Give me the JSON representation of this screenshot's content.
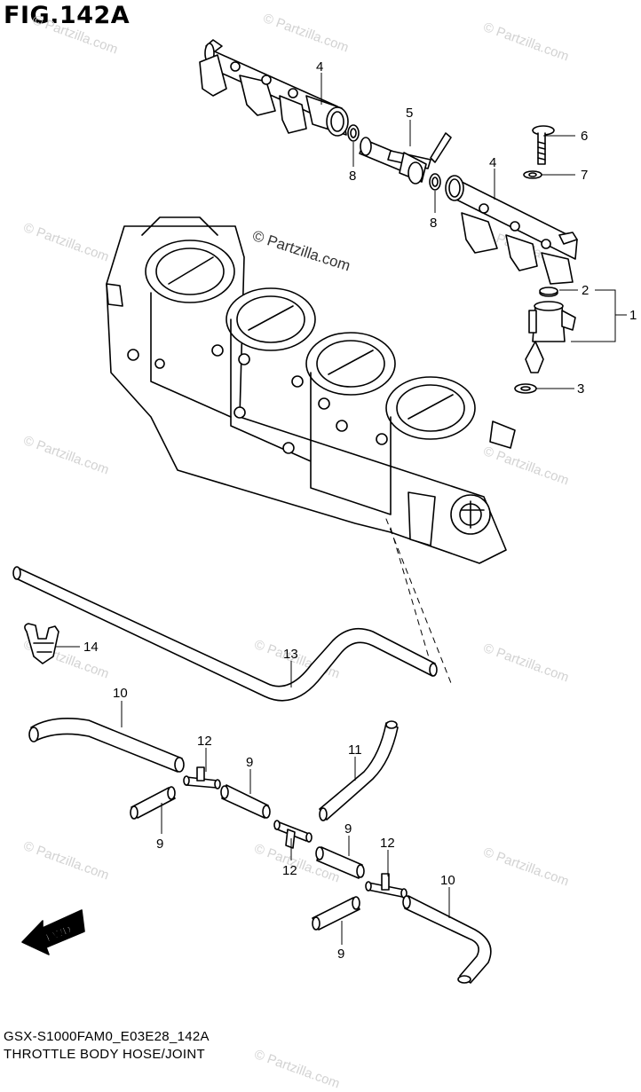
{
  "figure": {
    "title": "FIG.142A",
    "footer_code": "GSX-S1000FAM0_E03E28_142A",
    "footer_title": "THROTTLE BODY HOSE/JOINT"
  },
  "watermark": {
    "repeat_text": "© Partzilla.com",
    "center_text": "© Partzilla.com"
  },
  "fwd_label": "FWD",
  "callouts": {
    "c1": "1",
    "c2": "2",
    "c3": "3",
    "c4a": "4",
    "c4b": "4",
    "c5": "5",
    "c6": "6",
    "c7": "7",
    "c8a": "8",
    "c8b": "8",
    "c9a": "9",
    "c9b": "9",
    "c9c": "9",
    "c9d": "9",
    "c10a": "10",
    "c10b": "10",
    "c11": "11",
    "c12a": "12",
    "c12b": "12",
    "c12c": "12",
    "c13": "13",
    "c14": "14"
  },
  "colors": {
    "line": "#000000",
    "watermark": "#d2d2d2",
    "background": "#ffffff"
  }
}
